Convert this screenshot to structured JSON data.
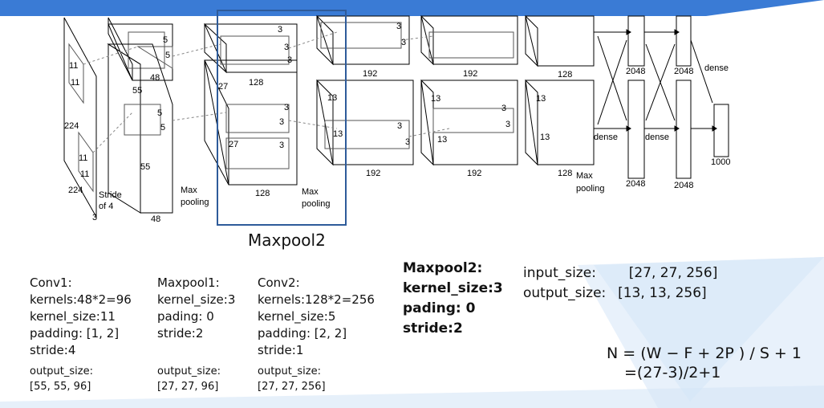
{
  "title": "Maxpool2",
  "diagram": {
    "labels": {
      "in_224_a": "224",
      "in_224_b": "224",
      "in_3": "3",
      "k11_a": "11",
      "k11_b": "11",
      "k11_c": "11",
      "k11_d": "11",
      "stride": "Stride",
      "of4": "of 4",
      "c1_55_a": "55",
      "c1_55_b": "55",
      "c1_48_top": "48",
      "c1_48_bot": "48",
      "c1_5_a": "5",
      "c1_5_b": "5",
      "c1_5_c": "5",
      "c1_5_d": "5",
      "mp1_a": "Max",
      "mp1_b": "pooling",
      "c2_27_a": "27",
      "c2_27_b": "27",
      "c2_128_top": "128",
      "c2_128_bot": "128",
      "c2_3_a": "3",
      "c2_3_b": "3",
      "c2_3_c": "3",
      "c2_3_d": "3",
      "c2_3_e": "3",
      "c2_3_f": "3",
      "mp2_a": "Max",
      "mp2_b": "pooling",
      "c3_13_a": "13",
      "c3_13_b": "13",
      "c3_192_top": "192",
      "c3_192_bot": "192",
      "c3_3_a": "3",
      "c3_3_b": "3",
      "c3_3_c": "3",
      "c3_3_d": "3",
      "c4_13_a": "13",
      "c4_13_b": "13",
      "c4_192_top": "192",
      "c4_192_bot": "192",
      "c4_3_a": "3",
      "c4_3_b": "3",
      "c5_13_a": "13",
      "c5_13_b": "13",
      "c5_128_top": "128",
      "c5_128_bot": "128",
      "mp3_a": "Max",
      "mp3_b": "pooling",
      "fc_2048_a": "2048",
      "fc_2048_b": "2048",
      "fc_2048_c": "2048",
      "fc_2048_d": "2048",
      "dense_a": "dense",
      "dense_b": "dense",
      "dense_c": "dense",
      "out_1000": "1000"
    }
  },
  "conv1": {
    "name": "Conv1:",
    "lines": [
      "kernels:48*2=96",
      "kernel_size:11",
      "padding: [1, 2]",
      "stride:4"
    ],
    "output_label": "output_size:",
    "output_value": "[55, 55, 96]"
  },
  "maxpool1": {
    "name": "Maxpool1:",
    "lines": [
      "kernel_size:3",
      "pading: 0",
      "stride:2"
    ],
    "output_label": "output_size:",
    "output_value": "[27, 27, 96]"
  },
  "conv2": {
    "name": "Conv2:",
    "lines": [
      "kernels:128*2=256",
      "kernel_size:5",
      "padding: [2, 2]",
      "stride:1"
    ],
    "output_label": "output_size:",
    "output_value": "[27, 27, 256]"
  },
  "maxpool2": {
    "name": "Maxpool2:",
    "lines": [
      "kernel_size:3",
      "pading: 0",
      "stride:2"
    ]
  },
  "io": {
    "input_label": "input_size:",
    "input_value": "[27, 27, 256]",
    "output_label": "output_size:",
    "output_value": "[13, 13, 256]"
  },
  "formula": {
    "line1": "N = (W − F + 2P ) / S + 1",
    "line2": "=(27-3)/2+1"
  },
  "colors": {
    "accent": "#3a7bd5",
    "highlight": "#2e5b9a",
    "bg_tri": "#e8f1fb"
  }
}
